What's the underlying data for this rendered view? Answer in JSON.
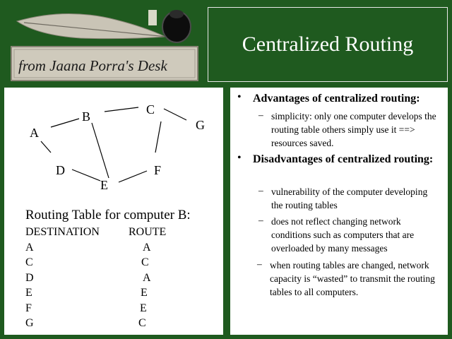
{
  "logo": {
    "text": "from Jaana Porra's Desk"
  },
  "slide": {
    "title": "Centralized Routing"
  },
  "graph": {
    "nodes": {
      "A": "A",
      "B": "B",
      "C": "C",
      "D": "D",
      "E": "E",
      "F": "F",
      "G": "G"
    }
  },
  "routing_table": {
    "title": "Routing Table for computer B:",
    "headers": {
      "destination": "DESTINATION",
      "route": "ROUTE"
    },
    "rows": [
      {
        "destination": "A",
        "route": "A"
      },
      {
        "destination": "C",
        "route": "C"
      },
      {
        "destination": "D",
        "route": "A"
      },
      {
        "destination": "E",
        "route": "E"
      },
      {
        "destination": "F",
        "route": "E"
      },
      {
        "destination": "G",
        "route": "C"
      }
    ]
  },
  "bullets": {
    "marker": "•",
    "dash": "–",
    "advantages": {
      "heading": "Advantages of centralized routing:",
      "items": [
        "simplicity: only one computer develops the routing table others simply use it ==> resources saved."
      ]
    },
    "disadvantages": {
      "heading": "Disadvantages of centralized routing:",
      "items": [
        "vulnerability of the computer developing the routing tables",
        "does not reflect changing network conditions such as computers that are overloaded by many messages",
        "when routing tables are changed, network capacity is “wasted” to transmit the routing tables to all computers."
      ]
    }
  },
  "colors": {
    "background": "#1f5a1f",
    "panel": "#ffffff",
    "title_text": "#ffffff"
  }
}
